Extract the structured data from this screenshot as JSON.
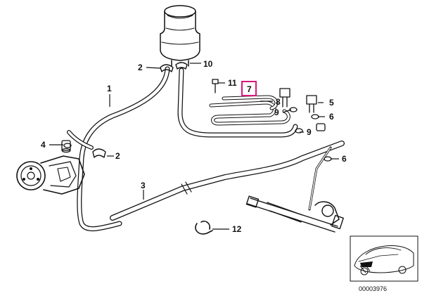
{
  "diagram": {
    "reference_number": "00003976",
    "highlight_color": "#d6187a",
    "line_color": "#111111",
    "callouts": [
      {
        "id": "c1",
        "label": "1",
        "part": "pressure hose pump to reservoir return line"
      },
      {
        "id": "c2a",
        "label": "2",
        "part": "hose clamp at reservoir"
      },
      {
        "id": "c2b",
        "label": "2",
        "part": "hose clamp near pump"
      },
      {
        "id": "c3",
        "label": "3",
        "part": "return hose"
      },
      {
        "id": "c4",
        "label": "4",
        "part": "sealing ring at pump"
      },
      {
        "id": "c5",
        "label": "5",
        "part": "banjo bolt"
      },
      {
        "id": "c6a",
        "label": "6",
        "part": "seal ring upper"
      },
      {
        "id": "c6b",
        "label": "6",
        "part": "seal ring lower"
      },
      {
        "id": "c7",
        "label": "7",
        "part": "oil cooler line",
        "highlighted": true
      },
      {
        "id": "c8",
        "label": "8",
        "part": "banjo bolt"
      },
      {
        "id": "c9a",
        "label": "9",
        "part": "seal ring"
      },
      {
        "id": "c9b",
        "label": "9",
        "part": "seal ring"
      },
      {
        "id": "c10",
        "label": "10",
        "part": "hose clamp"
      },
      {
        "id": "c11",
        "label": "11",
        "part": "screw"
      },
      {
        "id": "c12",
        "label": "12",
        "part": "hose holder clip"
      }
    ]
  }
}
